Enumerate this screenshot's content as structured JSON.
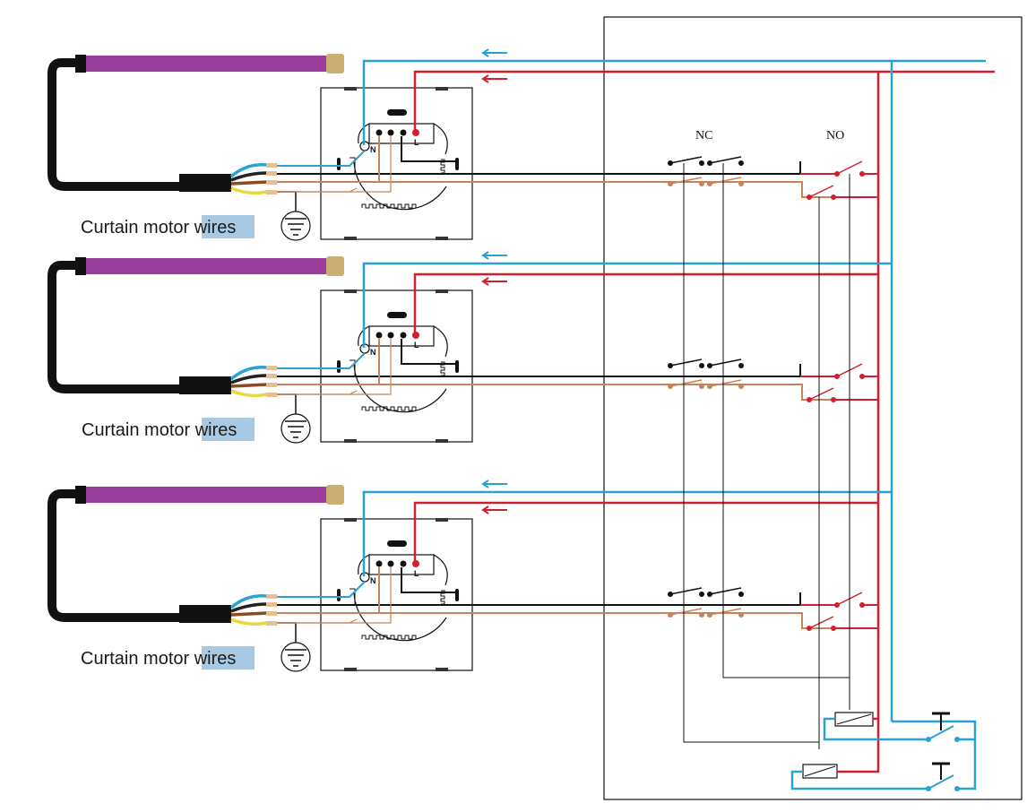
{
  "labels": {
    "motor_label_main": "Curtain motor ",
    "motor_label_highlight": "wires",
    "nc": "NC",
    "no": "NO",
    "terminal_n": "N",
    "terminal_l": "L"
  },
  "units": [
    {
      "name": "curtain-unit-1"
    },
    {
      "name": "curtain-unit-2"
    },
    {
      "name": "curtain-unit-3"
    }
  ],
  "colors": {
    "neutral_blue": "#2aa1d3",
    "live_red": "#d11f2f",
    "motor_tube": "#9a3d9c",
    "motor_cap": "#c9ad72",
    "brown_wire": "#c8835a",
    "black_wire": "#111111",
    "earth_yellow": "#e6d93a",
    "label_highlight": "#a9c9e2"
  }
}
